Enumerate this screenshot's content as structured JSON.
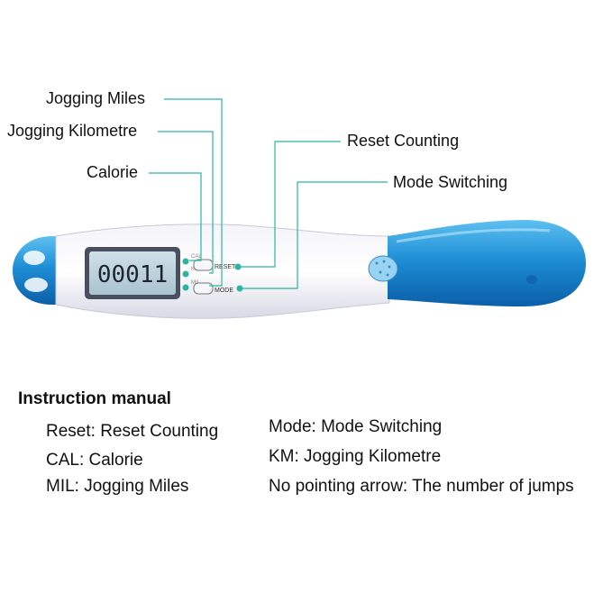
{
  "callouts": {
    "jogging_miles": "Jogging Miles",
    "jogging_kilometre": "Jogging Kilometre",
    "calorie": "Calorie",
    "reset_counting": "Reset Counting",
    "mode_switching": "Mode Switching"
  },
  "device": {
    "display_value": "00011",
    "button_reset": "RESET",
    "button_mode": "MODE",
    "indicator_cal": "CAL",
    "indicator_km": "KM",
    "indicator_mil": "MIL"
  },
  "manual": {
    "title": "Instruction manual",
    "left_items": [
      "Reset: Reset Counting",
      "CAL: Calorie",
      "MIL: Jogging Miles"
    ],
    "right_items": [
      "Mode: Mode Switching",
      "KM: Jogging Kilometre",
      "No pointing arrow: The number of jumps"
    ]
  },
  "colors": {
    "callout_line": "#2bb5a0",
    "handle_blue": "#1e8fd6",
    "lcd_screen": "#bcd2dc"
  }
}
